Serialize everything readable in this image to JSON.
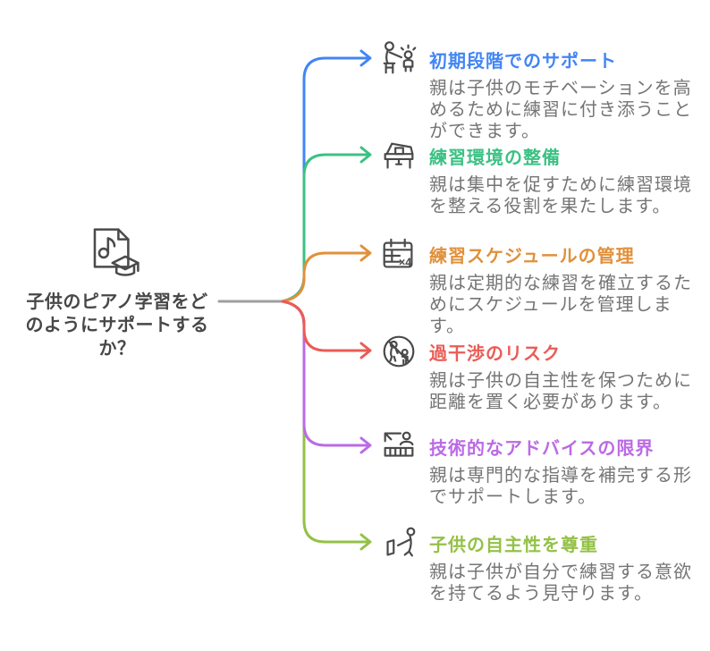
{
  "root": {
    "label": "子供のピアノ学習をど\nのようにサポートする\nか？",
    "icon": "sheet-music-graduation-icon"
  },
  "branches": [
    {
      "title": "初期段階でのサポート",
      "body": "親は子供のモチベーションを高\nめるために練習に付き添うこと\nができます。",
      "color": "#4285f4",
      "icon": "parent-helping-child-icon"
    },
    {
      "title": "練習環境の整備",
      "body": "親は集中を促すために練習環境\nを整える役割を果たします。",
      "color": "#3bc183",
      "icon": "grand-piano-icon"
    },
    {
      "title": "練習スケジュールの管理",
      "body": "親は定期的な練習を確立するた\nめにスケジュールを管理しま\nす。",
      "color": "#e1903a",
      "icon": "calendar-x4-icon"
    },
    {
      "title": "過干渉のリスク",
      "body": "親は子供の自主性を保つために\n距離を置く必要があります。",
      "color": "#eb5b55",
      "icon": "no-interference-icon"
    },
    {
      "title": "技術的なアドバイスの限界",
      "body": "親は専門的な指導を補完する形\nでサポートします。",
      "color": "#bb6ae6",
      "icon": "keyboard-person-icon"
    },
    {
      "title": "子供の自主性を尊重",
      "body": "親は子供が自分で練習する意欲\nを持てるよう見守ります。",
      "color": "#94c147",
      "icon": "child-practicing-icon"
    }
  ],
  "icons": {
    "calendar_badge": "×4"
  },
  "colors": {
    "root_text": "#474747",
    "body_text": "#757575",
    "icon_stroke": "#4a4a4a",
    "connector_gray": "#9e9e9e"
  }
}
